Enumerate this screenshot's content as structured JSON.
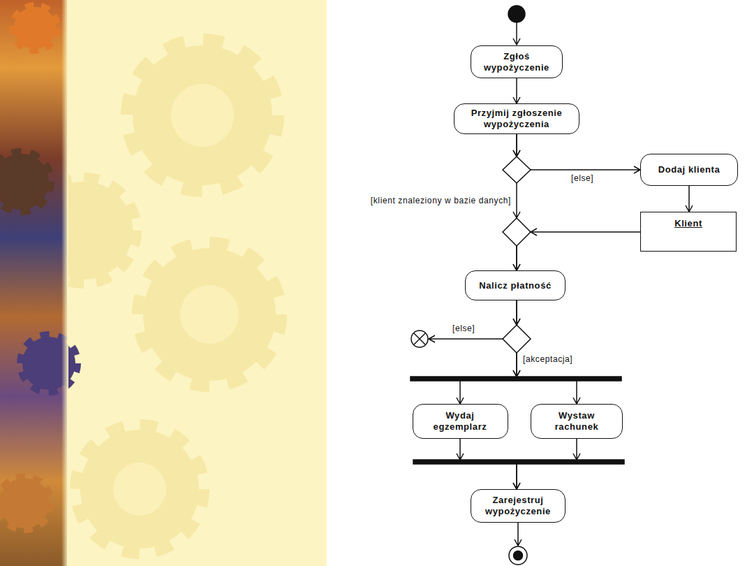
{
  "diagram": {
    "nodes": [
      {
        "text": [
          "Zgłoś wypożyczenie"
        ]
      },
      {
        "text": [
          "Przyjmij zgłoszenie wypożyczenia"
        ]
      },
      {
        "text": [
          "Dodaj klienta"
        ]
      },
      {
        "text": [
          "Klient"
        ]
      },
      {
        "text": [
          "Nalicz płatność"
        ]
      },
      {
        "text": [
          "Wydaj egzemplarz"
        ]
      },
      {
        "text": [
          "Wystaw rachunek"
        ]
      },
      {
        "text": [
          "Zarejestruj wypożyczenie"
        ]
      }
    ],
    "edges": [
      {
        "from": 0,
        "to": 1,
        "arrow": "to"
      },
      {
        "from": 1,
        "to": 2,
        "label": "[else]",
        "arrow": "to"
      },
      {
        "from": 1,
        "to": 4,
        "label": "[klient znaleziony w bazie danych]",
        "arrow": "to"
      },
      {
        "from": 2,
        "to": 3,
        "arrow": "to"
      },
      {
        "from": 3,
        "to": 4,
        "arrow": "to"
      },
      {
        "from": 4,
        "to": 5,
        "label": "[akceptacja]",
        "arrow": "to"
      },
      {
        "from": 4,
        "to": 6,
        "arrow": "to"
      },
      {
        "from": 5,
        "to": 7,
        "arrow": "to"
      },
      {
        "from": 6,
        "to": 7,
        "arrow": "to"
      }
    ],
    "labels": [
      "[else]"
    ]
  }
}
